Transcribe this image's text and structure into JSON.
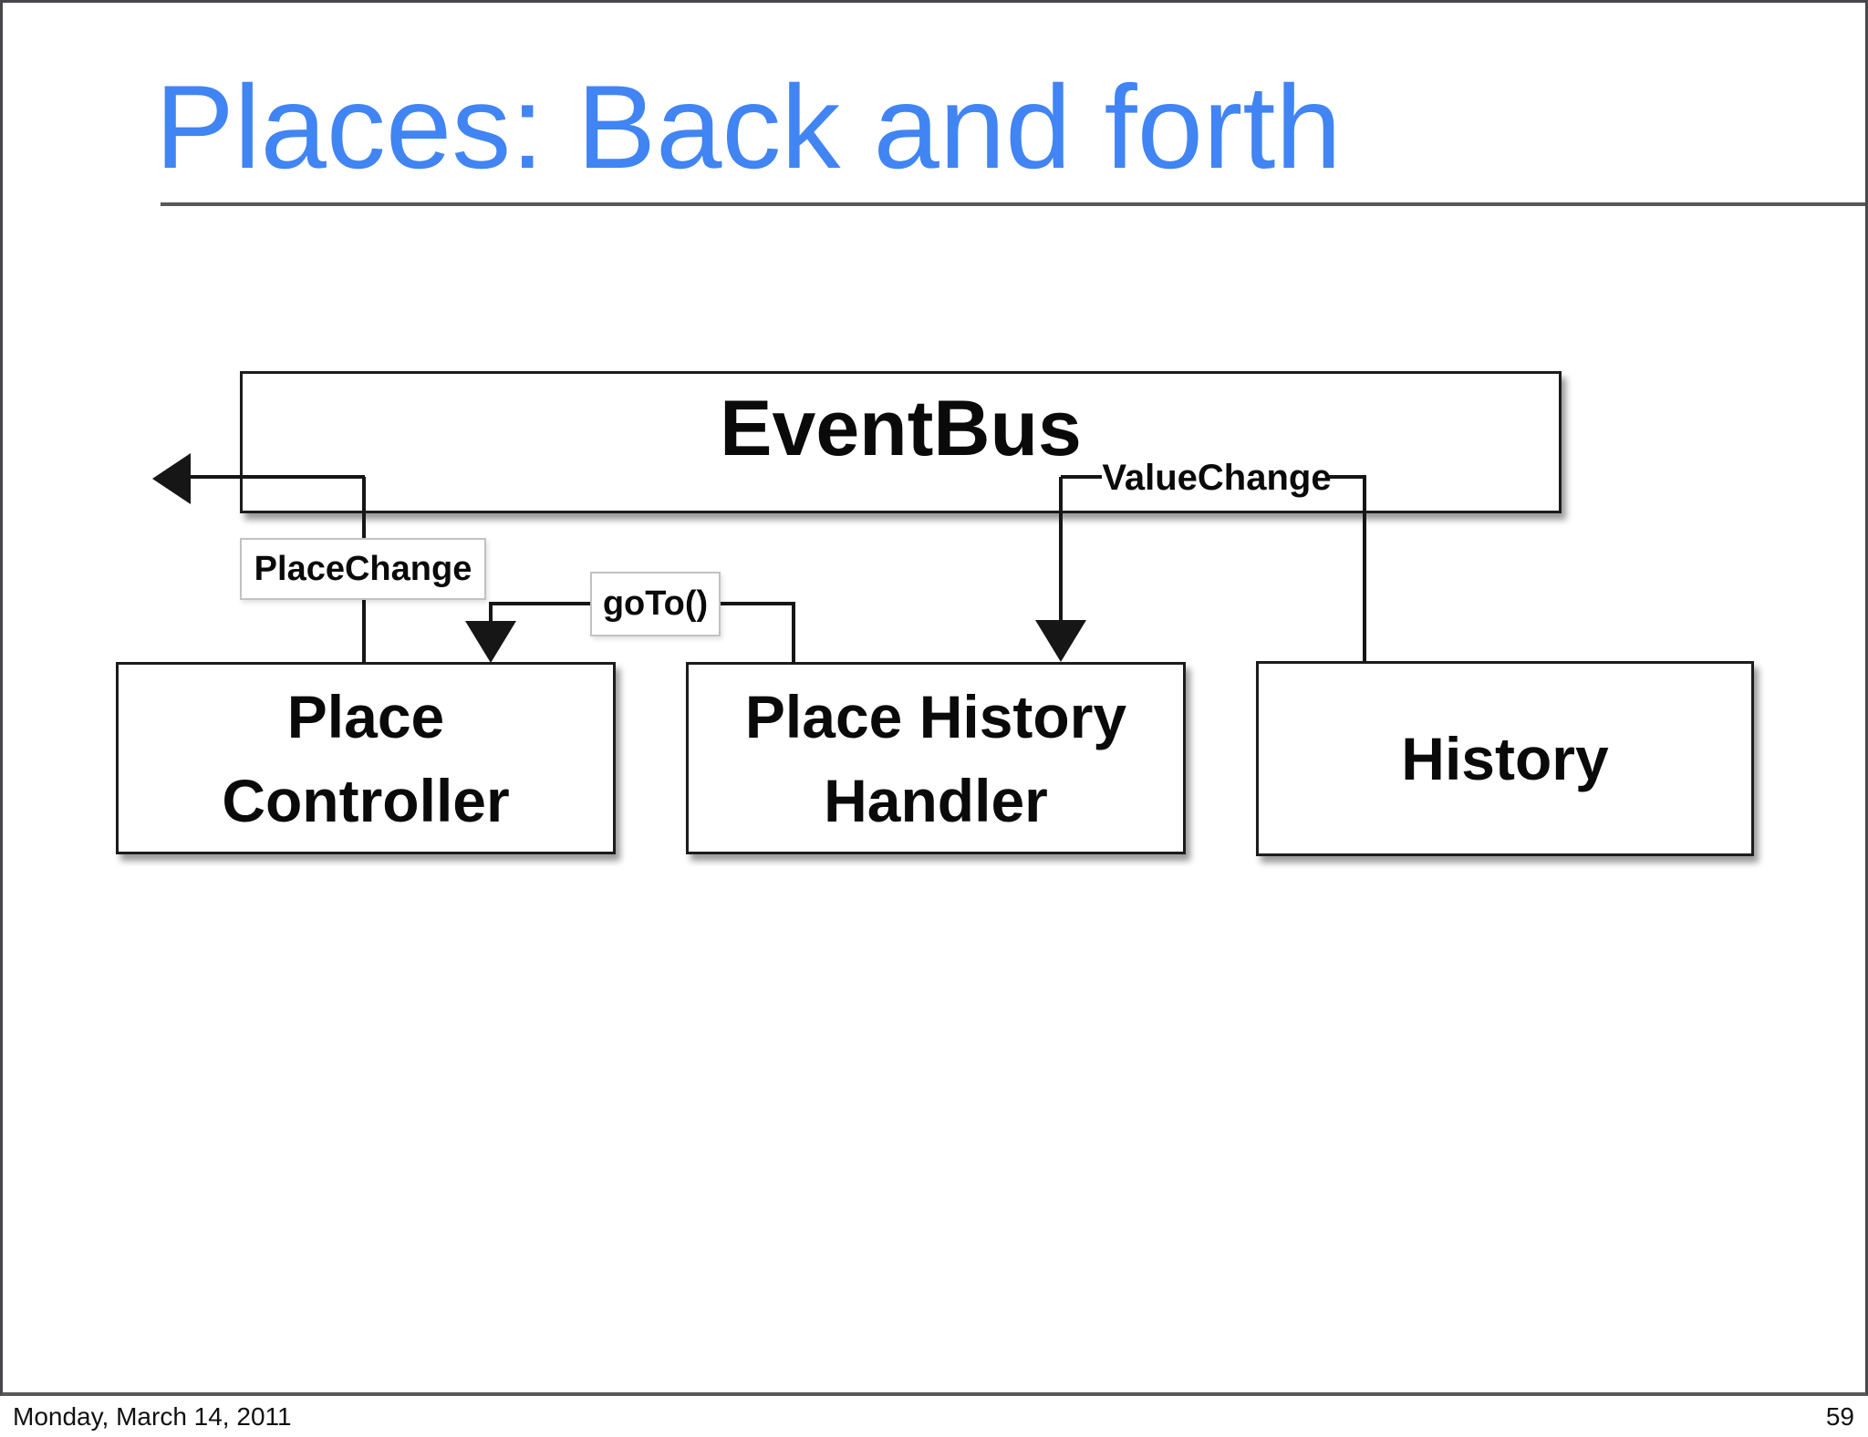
{
  "slide": {
    "title": "Places: Back and forth",
    "footer": {
      "date": "Monday, March 14, 2011",
      "page": "59"
    }
  },
  "diagram": {
    "nodes": {
      "eventbus": {
        "label": "EventBus"
      },
      "place_controller": {
        "lines": [
          "Place",
          "Controller"
        ]
      },
      "place_history_handler": {
        "lines": [
          "Place History",
          "Handler"
        ]
      },
      "history": {
        "label": "History"
      }
    },
    "edge_labels": {
      "place_change": "PlaceChange",
      "go_to": "goTo()",
      "value_change": "ValueChange"
    }
  },
  "colors": {
    "title_blue": "#4184f3",
    "rule_gray": "#58585a",
    "line_black": "#161616",
    "box_border": "#1c1c1c",
    "label_border": "#c2c2c2",
    "background": "#ffffff"
  }
}
